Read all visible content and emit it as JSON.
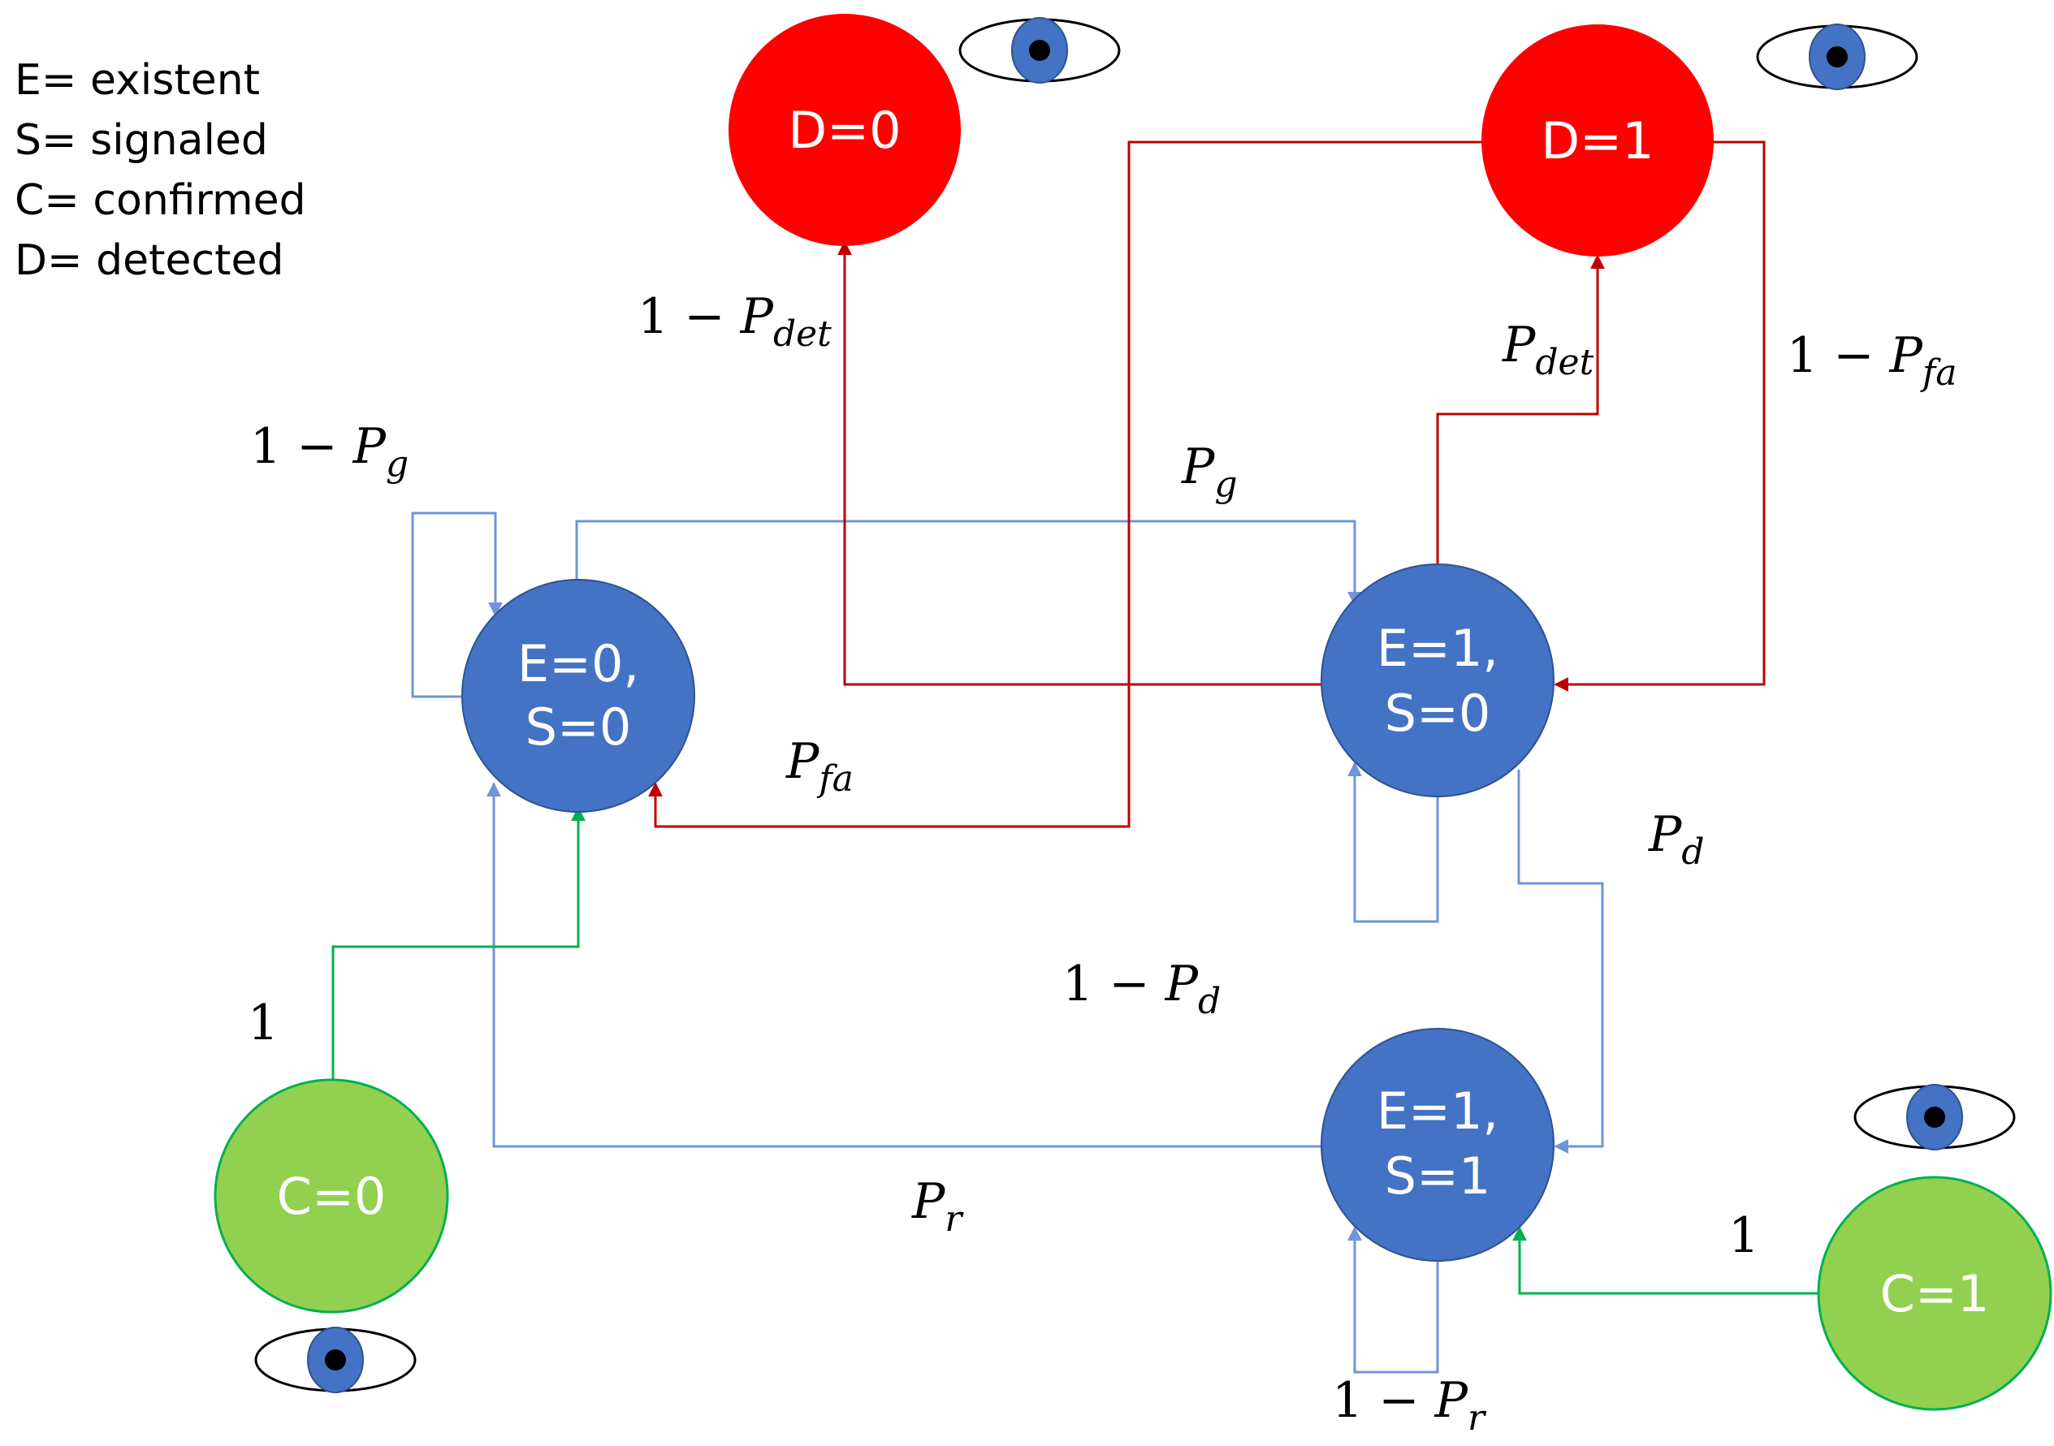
{
  "colors": {
    "blue_state": "#4472c4",
    "red_state": "#ff0000",
    "green_state": "#92d050",
    "blue_arrow": "#6f95d8",
    "red_arrow": "#c00000",
    "green_arrow": "#00b050",
    "eye_outer": "#ffffff",
    "eye_iris": "#4472c4",
    "eye_pupil": "#000000"
  },
  "legend": [
    "E= existent",
    "S= signaled",
    "C= confirmed",
    "D= detected"
  ],
  "states": {
    "e0s0": [
      "E=0,",
      "S=0"
    ],
    "e1s0": [
      "E=1,",
      "S=0"
    ],
    "e1s1": [
      "E=1,",
      "S=1"
    ],
    "d0": "D=0",
    "d1": "D=1",
    "c0": "C=0",
    "c1": "C=1"
  },
  "labels": {
    "one_minus_pdet": {
      "pre": "1 − ",
      "var": "P",
      "sub": "det"
    },
    "pdet": {
      "pre": "",
      "var": "P",
      "sub": "det"
    },
    "one_minus_pfa": {
      "pre": "1 − ",
      "var": "P",
      "sub": "fa"
    },
    "one_minus_pg": {
      "pre": "1 − ",
      "var": "P",
      "sub": "g"
    },
    "pg": {
      "pre": "",
      "var": "P",
      "sub": "g"
    },
    "pfa": {
      "pre": "",
      "var": "P",
      "sub": "fa"
    },
    "pd": {
      "pre": "",
      "var": "P",
      "sub": "d"
    },
    "one_minus_pd": {
      "pre": "1 − ",
      "var": "P",
      "sub": "d"
    },
    "pr": {
      "pre": "",
      "var": "P",
      "sub": "r"
    },
    "one_minus_pr": {
      "pre": "1 − ",
      "var": "P",
      "sub": "r"
    },
    "one_c0": "1",
    "one_c1": "1"
  }
}
